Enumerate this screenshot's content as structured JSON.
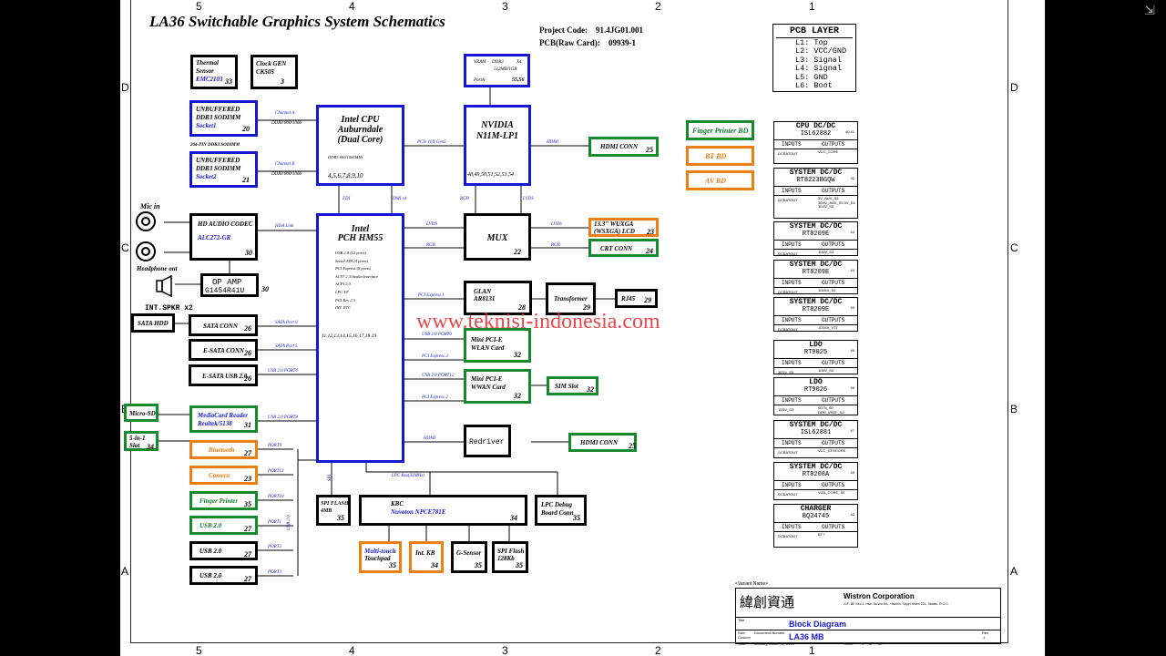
{
  "title": "LA36 Switchable Graphics System Schematics",
  "project": {
    "code_label": "Project Code:",
    "code": "91.4JG01.001",
    "raw_label": "PCB(Raw Card):",
    "raw": "09939-1"
  },
  "zones": {
    "cols": [
      "5",
      "4",
      "3",
      "2",
      "1"
    ],
    "rows": [
      "D",
      "C",
      "B",
      "A"
    ]
  },
  "pcb_layer": {
    "title": "PCB LAYER",
    "items": [
      "L1: Top",
      "L2: VCC/GND",
      "L3: Signal",
      "L4: Signal",
      "L5: GND",
      "L6: Boot"
    ]
  },
  "blocks": {
    "thermal": {
      "l1": "Thermal",
      "l2": "Sensor",
      "l3": "EMC2103",
      "n": "33"
    },
    "clock": {
      "l1": "Clock GEN",
      "l2": "CK505",
      "n": "3"
    },
    "vram": {
      "l1": "VRAM",
      "l2": "DDR3",
      "l3": "X4",
      "l4": "512MB/1GB",
      "l5": "PortA",
      "n": "55,56"
    },
    "sodimm1": {
      "l1": "UNBUFFERED",
      "l2": "DDR3 SODIMM",
      "l3": "Socket1",
      "n": "20"
    },
    "sodimm_note": "204-PIN DDR3 SODIMM",
    "sodimm2": {
      "l1": "UNBUFFERED",
      "l2": "DDR3 SODIMM",
      "l3": "Socket2",
      "n": "21"
    },
    "cpu": {
      "l1": "Intel CPU",
      "l2": "Auburndale",
      "l3": "(Dual Core)",
      "l4": "DDR3 800/1066MHz",
      "n": "4,5,6,7,8,9,10"
    },
    "gpu": {
      "l1": "NVIDIA",
      "l2": "N11M-LP1",
      "n": "48,49,50,51,52,53,54"
    },
    "hdmi1": {
      "l": "HDMI CONN",
      "n": "25"
    },
    "fp_bd": "Finger Printer BD",
    "bt_bd": "BT BD",
    "av_bd": "AV BD",
    "audio": {
      "l1": "HD AUDIO CODEC",
      "l2": "ALC272-GR",
      "n": "30"
    },
    "mic": "Mic in",
    "hp": "Headphone out",
    "opamp": {
      "l1": "OP AMP",
      "l2": "G1454R41U",
      "n": "30"
    },
    "spkr": "INT.SPKR x2",
    "pch": {
      "l1": "Intel",
      "l2": "PCH HM55",
      "feat": [
        "USB 2.0 (12 ports)",
        "Serial ATA (4 ports)",
        "PCI Express (8 ports)",
        "AC97 2.3/Azalia Interface",
        "ACPI 2.0",
        "LPC I/F",
        "PCI Rev 2.3",
        "INT. RTC"
      ],
      "n": "11,12,13,14,15,16,17,18,19"
    },
    "mux": {
      "l": "MUX",
      "n": "22"
    },
    "lcd": {
      "l1": "13.3\" WUXGA",
      "l2": "(WSXGA) LCD",
      "n": "23"
    },
    "crt": {
      "l": "CRT CONN",
      "n": "24"
    },
    "glan": {
      "l1": "GLAN",
      "l2": "AR8131",
      "n": "28"
    },
    "xfmr": {
      "l": "Transformer",
      "n": "29"
    },
    "rj45": {
      "l": "RJ45",
      "n": "29"
    },
    "satahdd": "SATA HDD",
    "sataconn": {
      "l": "SATA CONN",
      "n": "26"
    },
    "esata": {
      "l": "E-SATA CONN",
      "n": "26"
    },
    "esatausb": {
      "l": "E-SATA USB 2.0",
      "n": "26"
    },
    "wlan": {
      "l1": "Mini PCI-E",
      "l2": "WLAN Card",
      "n": "32"
    },
    "wwan": {
      "l1": "Mini PCI-E",
      "l2": "WWAN Card",
      "n": "32"
    },
    "sim": {
      "l": "SIM Slot",
      "n": "32"
    },
    "microsd": "Micro-SD",
    "5in1": {
      "l1": "5-in-1",
      "l2": "Slot",
      "n": "34"
    },
    "cardreader": {
      "l1": "MediaCard Reader",
      "l2": "Realtek/5138",
      "n": "31"
    },
    "redriver": {
      "l": "Redriver"
    },
    "hdmi2": {
      "l": "HDMI CONN",
      "n": "25"
    },
    "bluetooth": {
      "l": "Bluetooth",
      "n": "27"
    },
    "camera": {
      "l": "Camera",
      "n": "23"
    },
    "fprint": {
      "l": "Finger Printer",
      "n": "35"
    },
    "usb1": {
      "l": "USB 2.0",
      "n": "27"
    },
    "usb2": {
      "l": "USB 2.0",
      "n": "27"
    },
    "usb3": {
      "l": "USB 2.0",
      "n": "27"
    },
    "spiflash": {
      "l1": "SPI FLASH",
      "l2": "4MB",
      "n": "35"
    },
    "kbc": {
      "l1": "KBC",
      "l2": "Nuvoton NPCE781E",
      "n": "34"
    },
    "lpcdbg": {
      "l1": "LPC Debug",
      "l2": "Board Conn",
      "n": "35"
    },
    "touchpad": {
      "l1": "Multi-touch",
      "l2": "Touchpad",
      "n": "35"
    },
    "intkb": {
      "l": "Int. KB",
      "n": "34"
    },
    "gsensor": {
      "l": "G-Sensor",
      "n": "35"
    },
    "spiflash2": {
      "l1": "SPI Flash",
      "l2": "128Kb",
      "n": "35"
    }
  },
  "signals": {
    "chA": "Channel A",
    "chA2": "DDR3 800/1066",
    "chB": "Channel B",
    "chB2": "DDR3 800/1066",
    "pcie16": "PCIe 16X Gen2",
    "hdmi": "HDMI",
    "fdi": "FDI",
    "dmi": "DMI x4",
    "rgb": "RGB",
    "lvds": "LVDS",
    "hda": "HDA Link",
    "pcie1": "PCI Express 1",
    "usb2p0": "USB 2.0 PORT0",
    "pcie3": "PCI Express 3",
    "usb2p12": "USB 2.0 PORT12",
    "pcie2": "PCI Express 2",
    "sata0": "SATA Port 0",
    "sata5": "SATA Port 5",
    "usbp4": "USB 2.0 PORT4",
    "usbp8": "USB 2.0 PORT8",
    "hdmi2": "HDMI",
    "port9": "PORT9",
    "port13": "PORT13",
    "port10": "PORT10",
    "port1": "PORT1",
    "port2": "PORT2",
    "port3": "PORT3",
    "usb20": "USB 2.0",
    "spi": "SPI",
    "lpc": "LPC Bus(33MHz)"
  },
  "power": [
    {
      "t": "CPU DC/DC",
      "p": "ISL62882",
      "n": "40,41",
      "in": "DCBATOUT",
      "out": "VCC_CORE"
    },
    {
      "t": "SYSTEM DC/DC",
      "p": "RT8223BGQW",
      "n": "42",
      "in": "DCBATOUT",
      "out": "5V_AUX_S5 3D3V_AUX_S5 5V_S5 3D3V_S5"
    },
    {
      "t": "SYSTEM DC/DC",
      "p": "RT8209E",
      "n": "44",
      "in": "DCBATOUT",
      "out": "1D5V_S3"
    },
    {
      "t": "SYSTEM DC/DC",
      "p": "RT8209E",
      "n": "44",
      "in": "DCBATOUT",
      "out": "1D05V_S0"
    },
    {
      "t": "SYSTEM DC/DC",
      "p": "RT8209E",
      "n": "45",
      "in": "DCBATOUT",
      "out": "1D05V_VTT"
    },
    {
      "t": "LDO",
      "p": "RT9025",
      "n": "46",
      "in": "3D3V_S5",
      "out": "1D5V_S0"
    },
    {
      "t": "LDO",
      "p": "RT9026",
      "n": "46",
      "in": "1D5V_S3",
      "out": "0D75_S0 DDR_VREF_S3"
    },
    {
      "t": "SYSTEM DC/DC",
      "p": "ISL62881",
      "n": "47",
      "in": "DCBATOUT",
      "out": "VCC_GFXCORE"
    },
    {
      "t": "SYSTEM DC/DC",
      "p": "RT8208A",
      "n": "45",
      "in": "DCBATOUT",
      "out": "VGA_CORE_S0"
    },
    {
      "t": "CHARGER",
      "p": "BQ24745",
      "n": "43",
      "in": "DCBATOUT",
      "out": "BT+"
    }
  ],
  "power_labels": {
    "inputs": "INPUTS",
    "outputs": "OUTPUTS"
  },
  "watermark": "www.teknisi-indonesia.com",
  "titleblock": {
    "variant": "<Variant Name>",
    "chinese": "緯創資通",
    "corp": "Wistron Corporation",
    "addr": "21F, 88, Sec.1, Hsin Tai Wu Rd., Hsichih, Taipei Hsien 221, Taiwan, R.O.C.",
    "title_label": "Title",
    "title": "Block Diagram",
    "size_label": "Size",
    "size": "Custom",
    "doc_label": "Document Number",
    "doc": "LA36 MB",
    "rev_label": "Rev",
    "rev": "-1",
    "date_label": "Date:",
    "date": "Monday, March 22, 2010",
    "sheet_label": "Sheet",
    "sheet": "1",
    "of": "of",
    "total": "60"
  },
  "corner_icon": "collapse-icon"
}
